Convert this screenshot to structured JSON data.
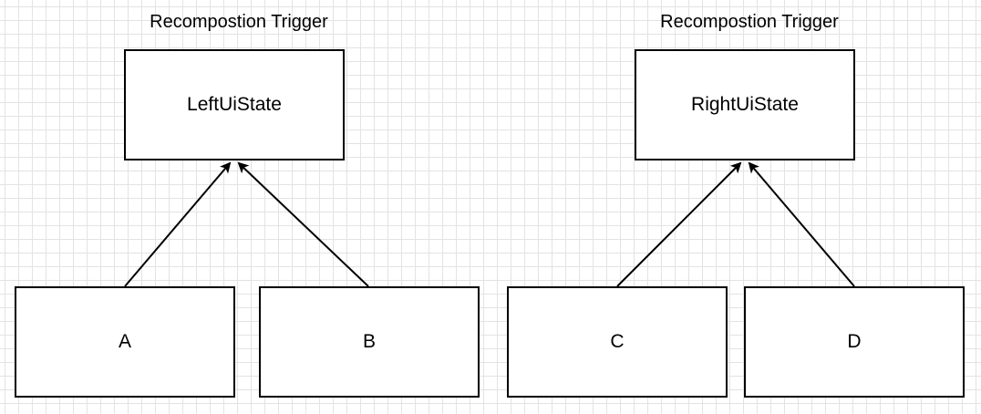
{
  "diagram": {
    "groups": [
      {
        "trigger_label": "Recompostion Trigger",
        "state_label": "LeftUiState",
        "children": [
          "A",
          "B"
        ]
      },
      {
        "trigger_label": "Recompostion Trigger",
        "state_label": "RightUiState",
        "children": [
          "C",
          "D"
        ]
      }
    ],
    "colors": {
      "stroke": "#000000",
      "box_fill": "#ffffff",
      "grid": "#e3e3e3"
    }
  }
}
